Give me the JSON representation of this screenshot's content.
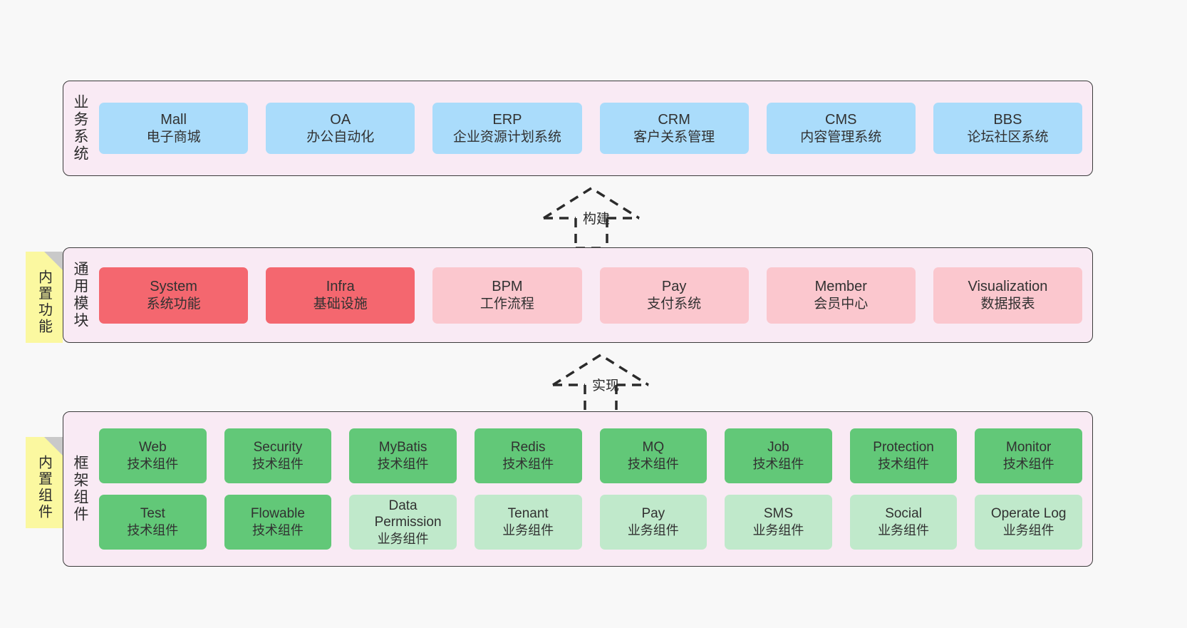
{
  "diagram": {
    "background": "#f8f8f8",
    "layers": [
      {
        "id": "business-systems",
        "title": "业务系统",
        "rows": [
          {
            "boxes": [
              {
                "en": "Mall",
                "cn": "电子商城",
                "color": "#aadcfb"
              },
              {
                "en": "OA",
                "cn": "办公自动化",
                "color": "#aadcfb"
              },
              {
                "en": "ERP",
                "cn": "企业资源计划系统",
                "color": "#aadcfb"
              },
              {
                "en": "CRM",
                "cn": "客户关系管理",
                "color": "#aadcfb"
              },
              {
                "en": "CMS",
                "cn": "内容管理系统",
                "color": "#aadcfb"
              },
              {
                "en": "BBS",
                "cn": "论坛社区系统",
                "color": "#aadcfb"
              }
            ]
          }
        ]
      },
      {
        "id": "common-modules",
        "title": "通用模块",
        "note": "内置功能",
        "rows": [
          {
            "boxes": [
              {
                "en": "System",
                "cn": "系统功能",
                "color": "#f4676f"
              },
              {
                "en": "Infra",
                "cn": "基础设施",
                "color": "#f4676f"
              },
              {
                "en": "BPM",
                "cn": "工作流程",
                "color": "#fbc7ce"
              },
              {
                "en": "Pay",
                "cn": "支付系统",
                "color": "#fbc7ce"
              },
              {
                "en": "Member",
                "cn": "会员中心",
                "color": "#fbc7ce"
              },
              {
                "en": "Visualization",
                "cn": "数据报表",
                "color": "#fbc7ce"
              }
            ]
          }
        ]
      },
      {
        "id": "framework-components",
        "title": "框架组件",
        "note": "内置组件",
        "rows": [
          {
            "boxes": [
              {
                "en": "Web",
                "cn": "技术组件",
                "color": "#62c878"
              },
              {
                "en": "Security",
                "cn": "技术组件",
                "color": "#62c878"
              },
              {
                "en": "MyBatis",
                "cn": "技术组件",
                "color": "#62c878"
              },
              {
                "en": "Redis",
                "cn": "技术组件",
                "color": "#62c878"
              },
              {
                "en": "MQ",
                "cn": "技术组件",
                "color": "#62c878"
              },
              {
                "en": "Job",
                "cn": "技术组件",
                "color": "#62c878"
              },
              {
                "en": "Protection",
                "cn": "技术组件",
                "color": "#62c878"
              },
              {
                "en": "Monitor",
                "cn": "技术组件",
                "color": "#62c878"
              }
            ]
          },
          {
            "boxes": [
              {
                "en": "Test",
                "cn": "技术组件",
                "color": "#62c878"
              },
              {
                "en": "Flowable",
                "cn": "技术组件",
                "color": "#62c878"
              },
              {
                "en": "Data Permission",
                "cn": "业务组件",
                "color": "#c0e9cb"
              },
              {
                "en": "Tenant",
                "cn": "业务组件",
                "color": "#c0e9cb"
              },
              {
                "en": "Pay",
                "cn": "业务组件",
                "color": "#c0e9cb"
              },
              {
                "en": "SMS",
                "cn": "业务组件",
                "color": "#c0e9cb"
              },
              {
                "en": "Social",
                "cn": "业务组件",
                "color": "#c0e9cb"
              },
              {
                "en": "Operate Log",
                "cn": "业务组件",
                "color": "#c0e9cb"
              }
            ]
          }
        ]
      }
    ],
    "arrows": [
      {
        "id": "build-arrow",
        "label": "构建"
      },
      {
        "id": "implement-arrow",
        "label": "实现"
      }
    ]
  }
}
